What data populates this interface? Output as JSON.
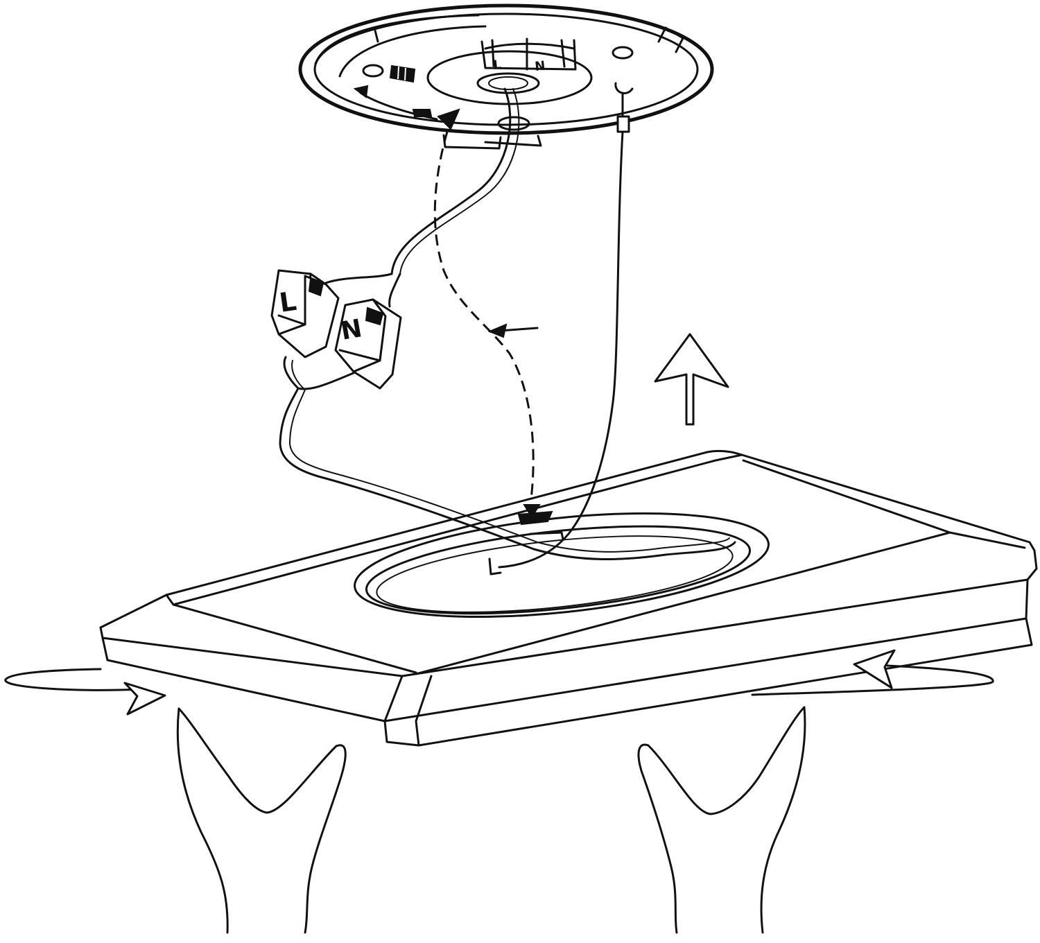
{
  "figure": {
    "connector_labels": {
      "live": "L",
      "neutral": "N"
    },
    "base_terminal_labels": {
      "live": "L",
      "neutral": "N"
    },
    "colors": {
      "line": "#111111",
      "background": "#ffffff"
    }
  },
  "icons": [
    "ceiling-mount-plate-icon",
    "wire-connector-icon",
    "light-panel-icon",
    "hand-icon",
    "arrow-icon"
  ]
}
